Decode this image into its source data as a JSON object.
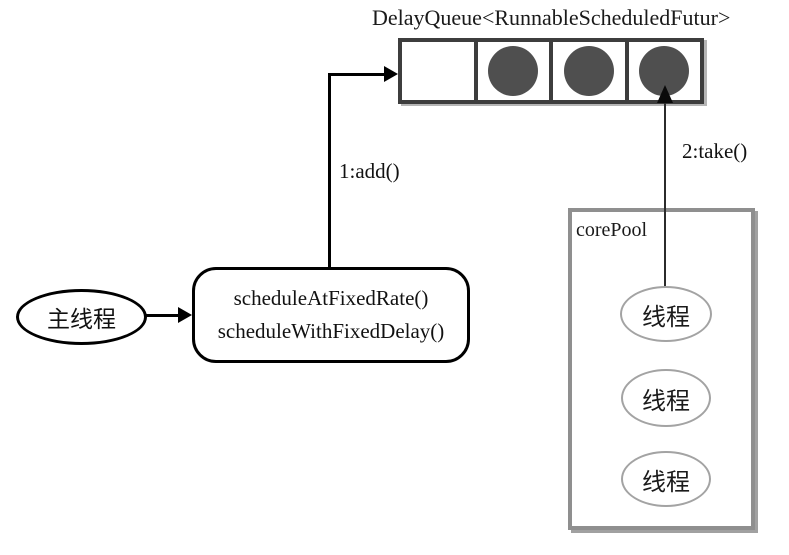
{
  "diagram": {
    "title": "DelayQueue<RunnableScheduledFutur>",
    "queue": {
      "cells": [
        {
          "filled": false
        },
        {
          "filled": true
        },
        {
          "filled": true
        },
        {
          "filled": true
        }
      ]
    },
    "arrows": {
      "add_label": "1:add()",
      "take_label": "2:take()"
    },
    "scheduler_box": {
      "line1": "scheduleAtFixedRate()",
      "line2": "scheduleWithFixedDelay()"
    },
    "main_thread": {
      "label": "主线程"
    },
    "core_pool": {
      "label": "corePool",
      "threads": [
        {
          "label": "线程"
        },
        {
          "label": "线程"
        },
        {
          "label": "线程"
        }
      ]
    },
    "colors": {
      "task_circle": "#4f4f4f",
      "queue_border": "#3d3d3d",
      "core_pool_border": "#8f8f8f",
      "thread_ellipse_border": "#a3a3a3",
      "arrow_line": "#000000"
    }
  }
}
